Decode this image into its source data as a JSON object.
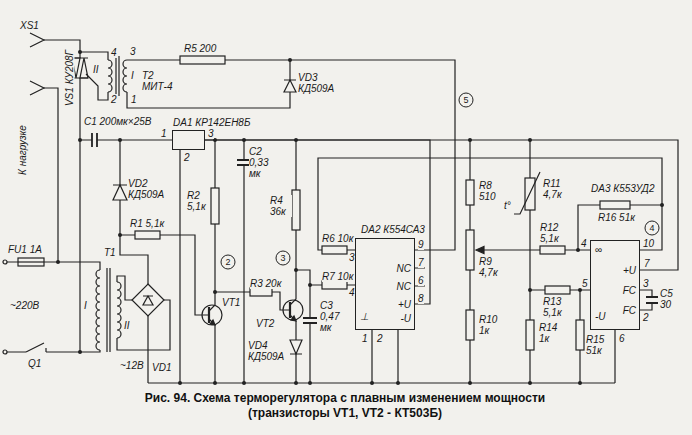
{
  "diagram": {
    "caption": "Рис. 94. Схема терморегулятора с плавным изменением мощности (транзисторы VT1, VT2 - КТ503Б)",
    "nodes": [
      {
        "text": [
          "DA1 КР142ЕН8Б"
        ]
      },
      {
        "text": [
          "DA2 К554СА3",
          "NC",
          "NC",
          "+U",
          "-U",
          "⊥"
        ]
      },
      {
        "text": [
          "DA3 К553УД2",
          "∞",
          "+U",
          "-U",
          "FC",
          "FC"
        ]
      }
    ],
    "edges": [
      {
        "from": 0,
        "to": 1,
        "arrow": "none"
      },
      {
        "from": 0,
        "to": 2,
        "arrow": "none"
      }
    ],
    "labels": [
      "XS1",
      "К нагрузке",
      "VS1 КУ208Г",
      "4",
      "3",
      "II",
      "2",
      "I",
      "1",
      "T2 МИТ-4",
      "R5 200",
      "VD3 КД509А",
      "5",
      "C1 200мк×25В",
      "1",
      "3",
      "2",
      "C2 0,33 мк",
      "R2 5,1к",
      "R4 36к",
      "2",
      "3",
      "R1 5,1к",
      "VD2 КД509А",
      "VT1",
      "R3 20к",
      "VT2",
      "VD4 КД509А",
      "C3 0,47 мк",
      "R6 10к",
      "R7 10к",
      "3",
      "4",
      "9",
      "7",
      "6",
      "8",
      "1",
      "2",
      "R8 510",
      "t°",
      "R11 4,7к",
      "R9 4,7к",
      "R10 1к",
      "R12 5,1к",
      "R13 5,1к",
      "R14 1к",
      "R15 51к",
      "R16 51к",
      "4",
      "4",
      "5",
      "10",
      "7",
      "3",
      "2",
      "6",
      "C5 30",
      "FU1 1А",
      "T1",
      "I",
      "II",
      "~220В",
      "~12В",
      "VD1",
      "Q1"
    ]
  }
}
